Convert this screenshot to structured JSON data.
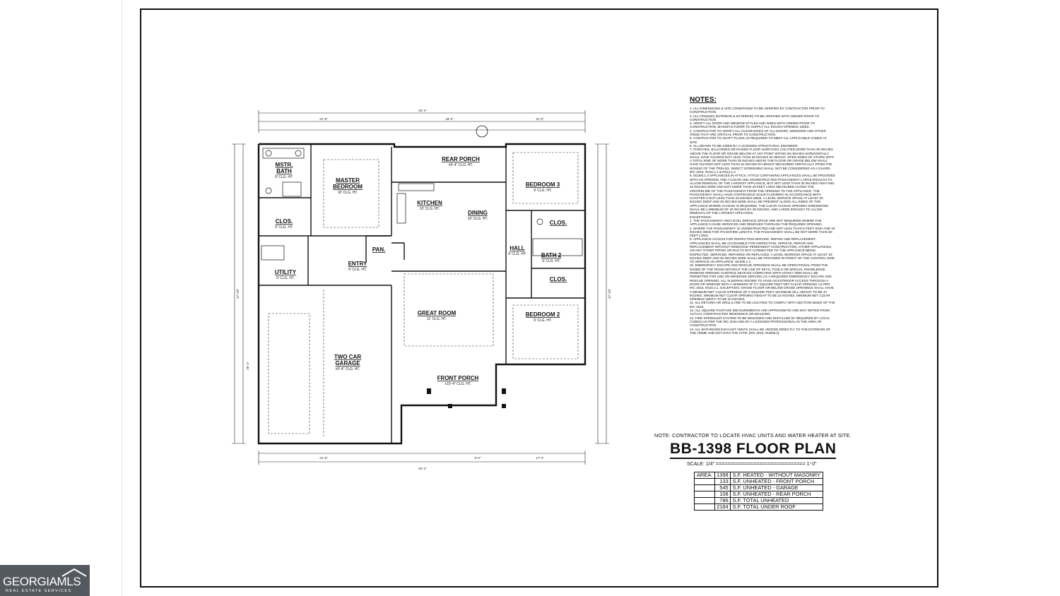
{
  "notes": {
    "title": "NOTES:",
    "body": "1. ALL DIMENSIONS & SITE CONDITIONS TO BE VERIFIED BY CONTRACTOR PRIOR TO CONSTRUCTION.\n2. ALL FINISHES (INTERIOR & EXTERIOR) TO BE VERIFIED WITH OWNER PRIOR TO CONSTRUCTION.\n3. VERIFY ALL DOOR AND WINDOW STYLES AND SIZES WITH OWNER PRIOR TO CONSTRUCTION. MANUFACTURER TO SUPPLY ALL ROUGH OPENING SIZES.\n4. CONTRACTOR TO VERIFY ALL CLEARANCES OF ALL DOORS, WINDOWS AND OTHER ITEMS THAT ARE CRITICAL PRIOR TO CONSTRUCTION.\n5. CONTRACTOR TO ADAPT PLANS AS REQUIRED TO MEET ALL APPLICABLE CODES AT SITE.\n6. ALL BEAMS TO BE SIZED BY A LICENSED STRUCTURAL ENGINEER.\n7. PORCHES, BALCONIES OR RAISED FLOOR SURFACES LOCATED MORE THAN 30 INCHES ABOVE THE FLOOR OR GRADE BELOW AT ANY POINT WITHIN 36 INCHES HORIZONTALLY SHALL HAVE GUARDS NOT LESS THAN 36 INCHES IN HEIGHT. OPEN SIDES OF STAIRS WITH A TOTAL RISE OF MORE THAN 30 INCHES ABOVE THE FLOOR OR GRADE BELOW SHALL HAVE GUARDS NOT LESS THAN 34 INCHES IN HEIGHT MEASURED VERTICALLY FROM THE NOSING OF THE TREADS. INSECT SCREENING SHALL NOT BE CONSIDERED AS A GUARD. IRC 2015, R312.1.1 & R312.1.2\n8. M1305.1.3 APPLIANCES IN ATTICS. ATTICS CONTAINING APPLIANCES SHALL BE PROVIDED WITH AN OPENING AND A CLEAR AND UNOBSTRUCTED PASSAGEWAY LARGE ENOUGH TO ALLOW REMOVAL OF THE LARGEST APPLIANCE, BUT NOT LESS THAN 30 INCHES HIGH AND 22 INCHES WIDE AND NOT MORE THAN 20 FEET LONG MEASURED ALONG THE CENTERLINE OF THE PASSAGEWAY FROM THE OPENING TO THE APPLIANCE. THE PASSAGEWAY SHALL HAVE CONTINUOUS SOLID FLOORING IN ACCORDANCE WITH CHAPTER 5 NOT LESS THAN 24 INCHES WIDE. A LEVEL SERVICE SPACE AT LEAST 30 INCHES DEEP AND 30 INCHES WIDE SHALL BE PRESENT ALONG ALL SIDES OF THE APPLIANCE WHERE ACCESS IS REQUIRED. THE CLEAR ACCESS OPENING DIMENSIONS SHALL BE A MINIMUM OF 20 INCHES BY 30 INCHES, AND LARGE ENOUGH TO ALLOW REMOVAL OF THE LARGEST APPLIANCE.\nEXCEPTIONS:\n1. THE PASSAGEWAY AND LEVEL SERVICE SPACE ARE NOT REQUIRED WHERE THE APPLIANCE CAN BE SERVICED AND REMOVED THROUGH THE REQUIRED OPENING.\n2. WHERE THE PASSAGEWAY IS UNOBSTRUCTED AND NOT LESS THAN 6 FEET HIGH AND 22 INCHES WIDE FOR ITS ENTIRE LENGTH, THE PASSAGEWAY SHALL BE NOT MORE THAN 50 FEET LONG.\n9. APPLIANCE ACCESS FOR INSPECTION SERVICE, REPAIR AND REPLACEMENT. APPLIANCES SHALL BE ACCESSIBLE FOR INSPECTION, SERVICE, REPAIR AND REPLACEMENT WITHOUT REMOVING PERMANENT CONSTRUCTION, OTHER APPLIANCES, OR ANY OTHER PIPING OR DUCTS NOT CONNECTED TO THE APPLIANCE BEING INSPECTED, SERVICED, REPAIRED OR REPLACED. A LEVEL WORKING SPACE AT LEAST 30 INCHES DEEP AND 30 INCHES WIDE SHALL BE PROVIDED IN FRONT OF THE CONTROL SIDE TO SERVICE AN APPLIANCE. M1305.1.1\n10. EMERGENCY ESCAPE AND RESCUE OPENINGS SHALL BE OPERATIONAL FROM THE INSIDE OF THE ROOM WITHOUT THE USE OF KEYS, TOOLS OR SPECIAL KNOWLEDGE. WINDOW OPENING CONTROL DEVICES COMPLYING WITH ASTM F 2090 SHALL BE PERMITTED FOR USE ON WINDOWS SERVING AS A REQUIRED EMERGENCY ESCAPE AND RESCUE OPENING. ALL SLEEPING ROOMS TO HAVE AN EXTERIOR ACCESS THROUGH A DOOR OR WINDOW WITH A MINIMUM OF 5.7 SQUARE FEET NET CLEAR OPENING AS PER IRC 2015, R310.2.1. EXCEPTION: GRADE FLOOR OR BELOW GRADE OPENINGS SHALL HAVE A MINIMUM NET CLEAR OPENING OF 5 SQUARE FEET. MAXIMUM SILL HEIGHT TO BE 44 INCHES. MINIMUM NET CLEAR OPENING HEIGHT TO BE 24 INCHES. MINIMUM NET CLEAR OPENING WIDTH TO BE 20 INCHES.\n11. ALL RETURN AIR GRILLS ARE TO BE LOCATED TO COMPLY WITH SECTION M1602 OF THE IRC 2015.\n12. ALL SQUARE FOOTAGE MEASUREMENTS ARE APPROXIMATE AND MAY DIFFER FROM ACTUAL CONSTRUCTED RESIDENCE OR BUILDING.\n13. FIRE SPRINKLER SYSTEM TO BE DESIGNED AND INSTALLED (IF REQUIRED BY LOCAL CODES) AS PER THE IRC 2015 AND BY A LICENSED PROFESSIONAL IN THE AREA OF CONSTRUCTION.\n14. ALL BATHROOM EXHAUST VENTS SHALL BE VENTED DIRECTLY TO THE EXTERIOR OF THE HOME AND NOT INTO THE ATTIC (IRC 2015, M1505.2)"
  },
  "hvac_note": "NOTE: CONTRACTOR TO LOCATE HVAC UNITS AND WATER HEATER AT SITE.",
  "plan_title": "BB-1398 FLOOR PLAN",
  "scale": "SCALE: 1/4\" =============================== 1'-0\"",
  "area_table": {
    "label": "AREA:",
    "rows": [
      {
        "value": "1398",
        "desc": "S.F. HEATED - WITHOUT MASONRY"
      },
      {
        "value": "133",
        "desc": "S.F. UNHEATED - FRONT PORCH"
      },
      {
        "value": "545",
        "desc": "S.F. UNHEATED - GARAGE"
      },
      {
        "value": "108",
        "desc": "S.F. UNHEATED - REAR PORCH"
      },
      {
        "value": "786",
        "desc": "S.F. TOTAL UNHEATED"
      },
      {
        "value": "2184",
        "desc": "S.F. TOTAL UNDER ROOF"
      }
    ]
  },
  "rooms": {
    "mstr_bath": {
      "name_1": "MSTR.",
      "name_2": "BATH",
      "sub": "9' CLG. HT."
    },
    "master_bedroom": {
      "name_1": "MASTER",
      "name_2": "BEDROOM",
      "sub": "10' CLG. HT."
    },
    "clos_master": {
      "name": "CLOS.",
      "sub": "9' CLG. HT."
    },
    "rear_porch": {
      "name": "REAR PORCH",
      "sub": "±9'-4\" CLG. HT."
    },
    "kitchen": {
      "name": "KITCHEN",
      "sub": "10' CLG. HT."
    },
    "dining": {
      "name": "DINING",
      "sub": "10' CLG. HT."
    },
    "bedroom3": {
      "name": "BEDROOM 3",
      "sub": "9' CLG. HT."
    },
    "clos_b3": {
      "name": "CLOS."
    },
    "pan": {
      "name": "PAN."
    },
    "entry": {
      "name": "ENTRY",
      "sub": "9' CLG. HT."
    },
    "utility": {
      "name": "UTILITY",
      "sub": "9' CLG. HT."
    },
    "hall": {
      "name": "HALL",
      "sub": "9' CLG. HT."
    },
    "bath2": {
      "name": "BATH 2",
      "sub": "9' CLG. HT."
    },
    "clos_b2": {
      "name": "CLOS."
    },
    "great_room": {
      "name": "GREAT ROOM",
      "sub": "11' CLG. HT."
    },
    "bedroom2": {
      "name": "BEDROOM 2",
      "sub": "9' CLG. HT."
    },
    "garage": {
      "name_1": "TWO CAR",
      "name_2": "GARAGE",
      "sub": "±9'-4\" CLG. HT."
    },
    "front_porch": {
      "name": "FRONT PORCH",
      "sub": "±10'-4\" CLG. HT."
    }
  },
  "dimensions": {
    "overall_top": "52'-4\"",
    "overall_bottom": "52'-4\"",
    "top_left": "21'-8\"",
    "top_mid": "18'-0\"",
    "top_right": "11'-6\"",
    "bottom_left": "21'-8\"",
    "bottom_mid": "9'-4\"",
    "bottom_right": "17'-4\"",
    "left_total": "47'-10\"",
    "right_total": "47'-10\"",
    "garage_depth": "25'-4\""
  },
  "logo": {
    "brand": "GEORGIAMLS",
    "tagline": "REAL ESTATE SERVICES"
  }
}
